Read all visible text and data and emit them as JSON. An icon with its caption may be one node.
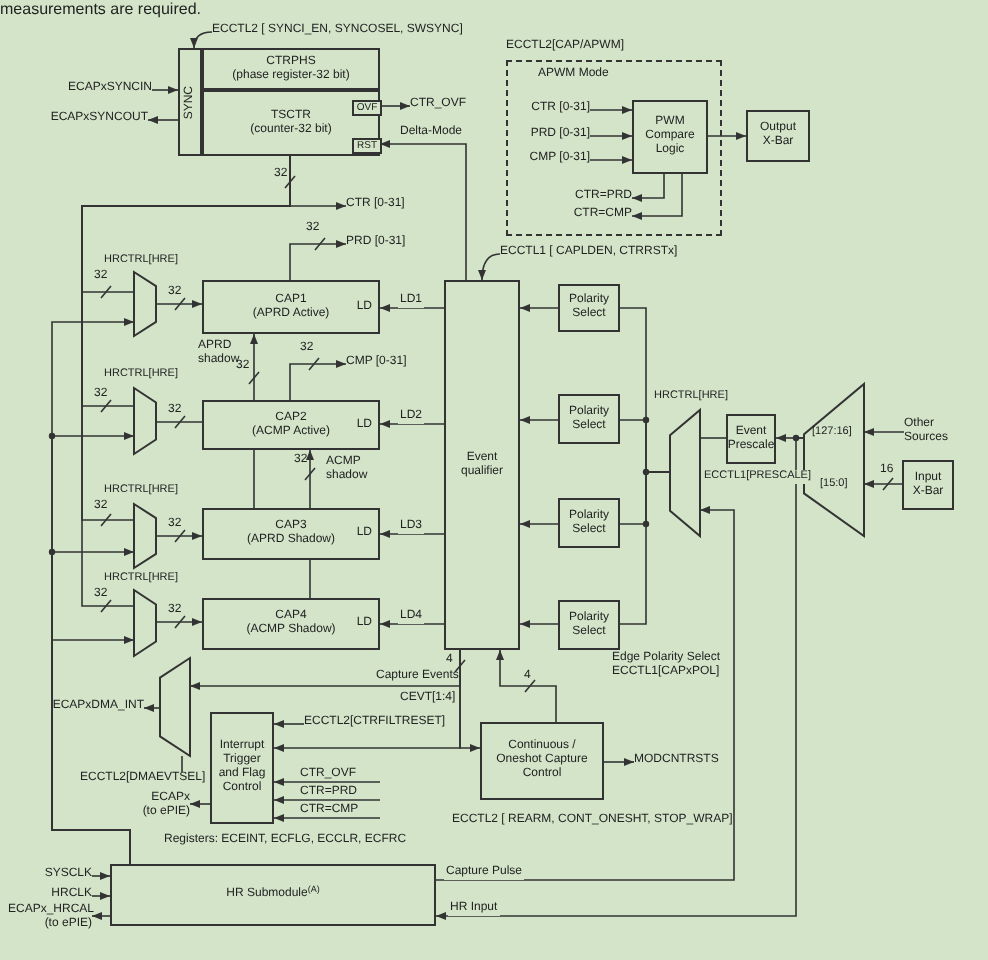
{
  "diagram": {
    "nodes": [
      {
        "text": [
          "ECCTL2 [ SYNCI_EN, SYNCOSEL, SWSYNC]"
        ]
      },
      {
        "text": [
          "SYNC"
        ]
      },
      {
        "text": [
          "CTRPHS",
          "(phase register-32 bit)"
        ]
      },
      {
        "text": [
          "TSCTR",
          "(counter-32 bit)"
        ]
      },
      {
        "text": [
          "OVF"
        ],
        "in": 3
      },
      {
        "text": [
          "RST"
        ],
        "in": 3
      },
      {
        "text": [
          "ECAPxSYNCIN"
        ]
      },
      {
        "text": [
          "ECAPxSYNCOUT"
        ]
      },
      {
        "text": [
          "CTR_OVF"
        ]
      },
      {
        "text": [
          "ECCTL2[CAP/APWM]",
          "APWM Mode"
        ]
      },
      {
        "text": [
          "CTR [0-31]"
        ],
        "in": 9
      },
      {
        "text": [
          "PRD [0-31]"
        ],
        "in": 9
      },
      {
        "text": [
          "CMP [0-31]"
        ],
        "in": 9
      },
      {
        "text": [
          "PWM Compare Logic"
        ],
        "in": 9
      },
      {
        "text": [
          "CTR=PRD"
        ],
        "in": 9
      },
      {
        "text": [
          "CTR=CMP"
        ],
        "in": 9
      },
      {
        "text": [
          "Output X-Bar"
        ]
      },
      {
        "text": [
          "CTR [0-31]"
        ]
      },
      {
        "text": [
          "PRD [0-31]"
        ]
      },
      {
        "text": [
          "ECCTL1 [ CAPLDEN, CTRRSTx]"
        ]
      },
      {
        "text": [],
        "shape": "trapezoid",
        "beside": [
          "HRCTRL[HRE]"
        ]
      },
      {
        "text": [
          "CAP1",
          "(APRD Active)",
          "LD"
        ]
      },
      {
        "text": [
          "Event qualifier"
        ]
      },
      {
        "text": [
          "Polarity Select"
        ]
      },
      {
        "text": [
          "CMP [0-31]"
        ]
      },
      {
        "text": [],
        "shape": "trapezoid",
        "beside": [
          "HRCTRL[HRE]"
        ]
      },
      {
        "text": [
          "CAP2",
          "(ACMP Active)",
          "LD"
        ]
      },
      {
        "text": [
          "Polarity Select"
        ]
      },
      {
        "text": [],
        "shape": "trapezoid",
        "beside": [
          "HRCTRL[HRE]"
        ]
      },
      {
        "text": [
          "Event Prescale"
        ],
        "beside": [
          "ECCTL1[PRESCALE]"
        ]
      },
      {
        "text": [
          "[127:16]",
          "[15:0]"
        ]
      },
      {
        "text": [
          "Other Sources"
        ]
      },
      {
        "text": [
          "Input X-Bar"
        ]
      },
      {
        "text": [],
        "shape": "trapezoid",
        "beside": [
          "HRCTRL[HRE]"
        ]
      },
      {
        "text": [
          "CAP3",
          "(APRD Shadow)",
          "LD"
        ]
      },
      {
        "text": [
          "Polarity Select"
        ]
      },
      {
        "text": [],
        "shape": "trapezoid",
        "beside": [
          "HRCTRL[HRE]"
        ]
      },
      {
        "text": [
          "CAP4",
          "(ACMP Shadow)",
          "LD"
        ]
      },
      {
        "text": [
          "Polarity Select"
        ]
      },
      {
        "text": [],
        "shape": "trapezoid"
      },
      {
        "text": [
          "ECAPxDMA_INT"
        ]
      },
      {
        "text": [
          "ECCTL2[DMAEVTSEL]"
        ]
      },
      {
        "text": [
          "Interrupt Trigger and Flag Control"
        ]
      },
      {
        "text": [
          "ECCTL2[CTRFILTRESET]"
        ]
      },
      {
        "text": [
          "CTR_OVF"
        ]
      },
      {
        "text": [
          "CTR=PRD"
        ]
      },
      {
        "text": [
          "CTR=CMP"
        ]
      },
      {
        "text": [
          "ECAPx (to ePIE)"
        ]
      },
      {
        "text": [
          "Continuous / Oneshot Capture Control"
        ]
      },
      {
        "text": [
          "MODCNTRSTS"
        ]
      },
      {
        "text": [
          "SYSCLK"
        ]
      },
      {
        "text": [
          "HRCLK"
        ]
      },
      {
        "text": [
          "ECAPx_HRCAL (to ePIE)"
        ]
      },
      {
        "text": [
          "HR Submodule$^{(A)}$"
        ]
      }
    ],
    "edges": [
      {
        "from": 0,
        "to": 1,
        "arrow": "to"
      },
      {
        "from": 6,
        "to": 1,
        "arrow": "to"
      },
      {
        "from": 1,
        "to": 7,
        "arrow": "to"
      },
      {
        "from": 4,
        "to": 8,
        "arrow": "to"
      },
      {
        "from": 10,
        "to": 13,
        "arrow": "to"
      },
      {
        "from": 11,
        "to": 13,
        "arrow": "to"
      },
      {
        "from": 12,
        "to": 13,
        "arrow": "to"
      },
      {
        "from": 13,
        "to": 14,
        "arrow": "to"
      },
      {
        "from": 13,
        "to": 15,
        "arrow": "to"
      },
      {
        "from": 13,
        "to": 16,
        "arrow": "to"
      },
      {
        "from": 3,
        "to": 17,
        "arrow": "to"
      },
      {
        "from": 3,
        "to": 20,
        "arrow": "none"
      },
      {
        "from": 3,
        "to": 25,
        "arrow": "none"
      },
      {
        "from": 3,
        "to": 33,
        "arrow": "none"
      },
      {
        "from": 3,
        "to": 36,
        "arrow": "none"
      },
      {
        "from": 53,
        "to": 20,
        "arrow": "to"
      },
      {
        "from": 53,
        "to": 25,
        "arrow": "to"
      },
      {
        "from": 53,
        "to": 33,
        "arrow": "to"
      },
      {
        "from": 53,
        "to": 36,
        "arrow": "to"
      },
      {
        "from": 20,
        "to": 21,
        "arrow": "to"
      },
      {
        "from": 25,
        "to": 26,
        "arrow": "none"
      },
      {
        "from": 33,
        "to": 34,
        "arrow": "to"
      },
      {
        "from": 36,
        "to": 37,
        "arrow": "to"
      },
      {
        "from": 21,
        "to": 18,
        "arrow": "to"
      },
      {
        "from": 26,
        "to": 24,
        "arrow": "to"
      },
      {
        "from": 26,
        "to": 21,
        "arrow": "to",
        "label": "APRD shadow"
      },
      {
        "from": 34,
        "to": 26,
        "arrow": "to",
        "label": "ACMP shadow"
      },
      {
        "from": 22,
        "to": 21,
        "arrow": "to",
        "label": "LD1"
      },
      {
        "from": 22,
        "to": 26,
        "arrow": "to",
        "label": "LD2"
      },
      {
        "from": 22,
        "to": 34,
        "arrow": "to",
        "label": "LD3"
      },
      {
        "from": 22,
        "to": 37,
        "arrow": "to",
        "label": "LD4"
      },
      {
        "from": 19,
        "to": 22,
        "arrow": "to"
      },
      {
        "from": 22,
        "to": 5,
        "arrow": "to",
        "label": "Delta-Mode"
      },
      {
        "from": 23,
        "to": 22,
        "arrow": "to"
      },
      {
        "from": 27,
        "to": 22,
        "arrow": "to"
      },
      {
        "from": 35,
        "to": 22,
        "arrow": "to"
      },
      {
        "from": 38,
        "to": 22,
        "arrow": "to"
      },
      {
        "from": 28,
        "to": 23,
        "arrow": "none"
      },
      {
        "from": 28,
        "to": 27,
        "arrow": "none"
      },
      {
        "from": 28,
        "to": 35,
        "arrow": "none"
      },
      {
        "from": 28,
        "to": 38,
        "arrow": "none"
      },
      {
        "from": 29,
        "to": 28,
        "arrow": "none"
      },
      {
        "from": 30,
        "to": 29,
        "arrow": "to"
      },
      {
        "from": 31,
        "to": 30,
        "arrow": "to"
      },
      {
        "from": 32,
        "to": 30,
        "arrow": "to"
      },
      {
        "from": 30,
        "to": 53,
        "arrow": "to",
        "label": "HR Input"
      },
      {
        "from": 53,
        "to": 28,
        "arrow": "to",
        "label": "Capture Pulse"
      },
      {
        "from": 22,
        "to": 39,
        "arrow": "to"
      },
      {
        "from": 22,
        "to": 42,
        "arrow": "to"
      },
      {
        "from": 22,
        "to": 48,
        "arrow": "to"
      },
      {
        "from": 48,
        "to": 22,
        "arrow": "to"
      },
      {
        "from": 39,
        "to": 40,
        "arrow": "to"
      },
      {
        "from": 41,
        "to": 39,
        "arrow": "none"
      },
      {
        "from": 43,
        "to": 42,
        "arrow": "to"
      },
      {
        "from": 44,
        "to": 42,
        "arrow": "to"
      },
      {
        "from": 45,
        "to": 42,
        "arrow": "to"
      },
      {
        "from": 46,
        "to": 42,
        "arrow": "to"
      },
      {
        "from": 42,
        "to": 47,
        "arrow": "to"
      },
      {
        "from": 48,
        "to": 49,
        "arrow": "to"
      },
      {
        "from": 50,
        "to": 53,
        "arrow": "to"
      },
      {
        "from": 51,
        "to": 53,
        "arrow": "to"
      },
      {
        "from": 53,
        "to": 52,
        "arrow": "to"
      },
      {
        "from": 34,
        "to": 26,
        "arrow": "none"
      },
      {
        "from": 37,
        "to": 34,
        "arrow": "none"
      }
    ],
    "labels": [
      "measurements are required.",
      "32",
      "32",
      "32",
      "32",
      "32",
      "32",
      "32",
      "32",
      "32",
      "16",
      "32",
      "32",
      "32",
      "32",
      "Edge Polarity Select ECCTL1[CAPxPOL]",
      "4",
      "Capture Events",
      "4",
      "CEVT[1:4]",
      "ECCTL2 [ REARM, CONT_ONESHT, STOP_WRAP]",
      "Registers: ECEINT, ECFLG, ECCLR, ECFRC"
    ]
  }
}
